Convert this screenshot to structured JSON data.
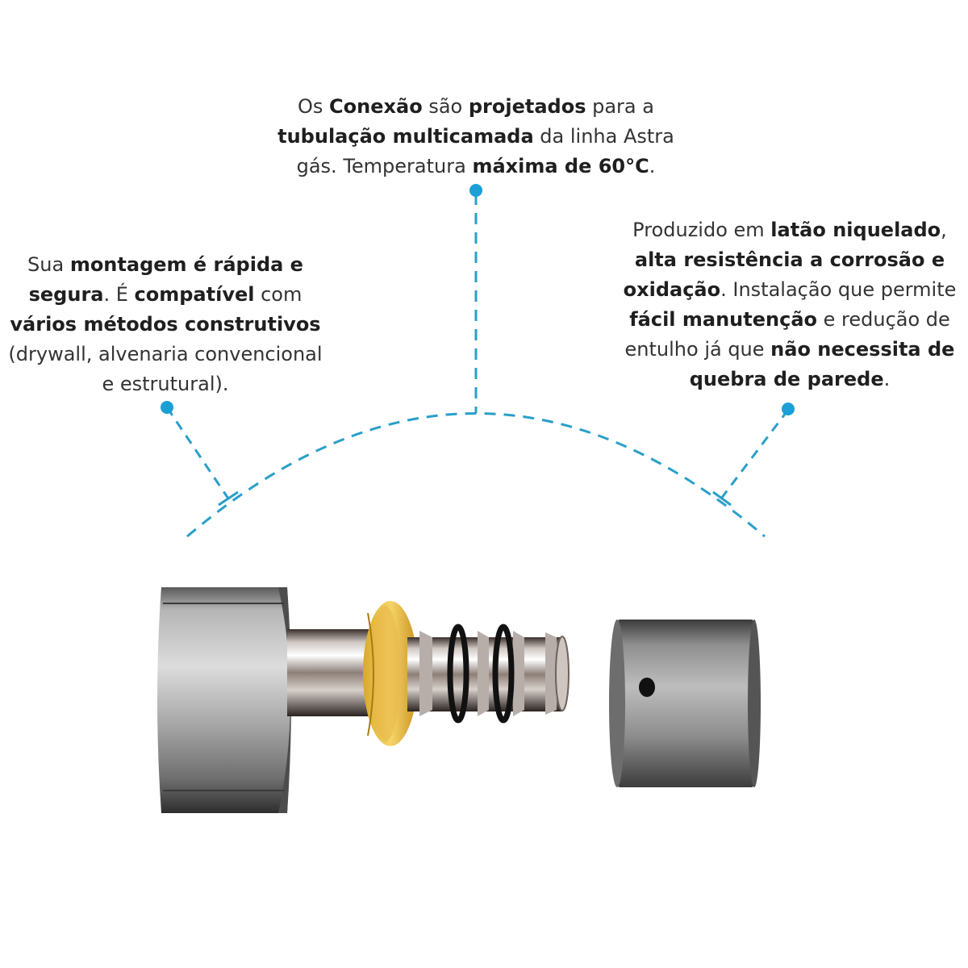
{
  "callouts": {
    "top": {
      "t1": "Os ",
      "b1": "Conexão",
      "t2": " são ",
      "b2": "projetados",
      "t3": " para a ",
      "b3": "tubulação multicamada",
      "t4": " da linha Astra gás. Temperatura ",
      "b4": "máxima de 60°C",
      "t5": "."
    },
    "left": {
      "t1": "Sua ",
      "b1": "montagem é rápida e segura",
      "t2": ". É ",
      "b2": "compatível",
      "t3": " com ",
      "b3": "vários métodos construtivos",
      "t4": " (drywall, alvenaria convencional e estrutural)."
    },
    "right": {
      "t1": "Produzido em ",
      "b1": "latão niquelado",
      "t2": ", ",
      "b2": "alta resistência a corrosão e oxidação",
      "t3": ". Instalação que permite ",
      "b3": "fácil manutenção",
      "t4": " e redução de entulho já que ",
      "b4": "não necessita de quebra de parede",
      "t5": "."
    }
  },
  "colors": {
    "accent_line": "#2a9fc9",
    "dot": "#1b9fd6",
    "yellow_ring": "#f2c94a",
    "text": "#333333"
  }
}
